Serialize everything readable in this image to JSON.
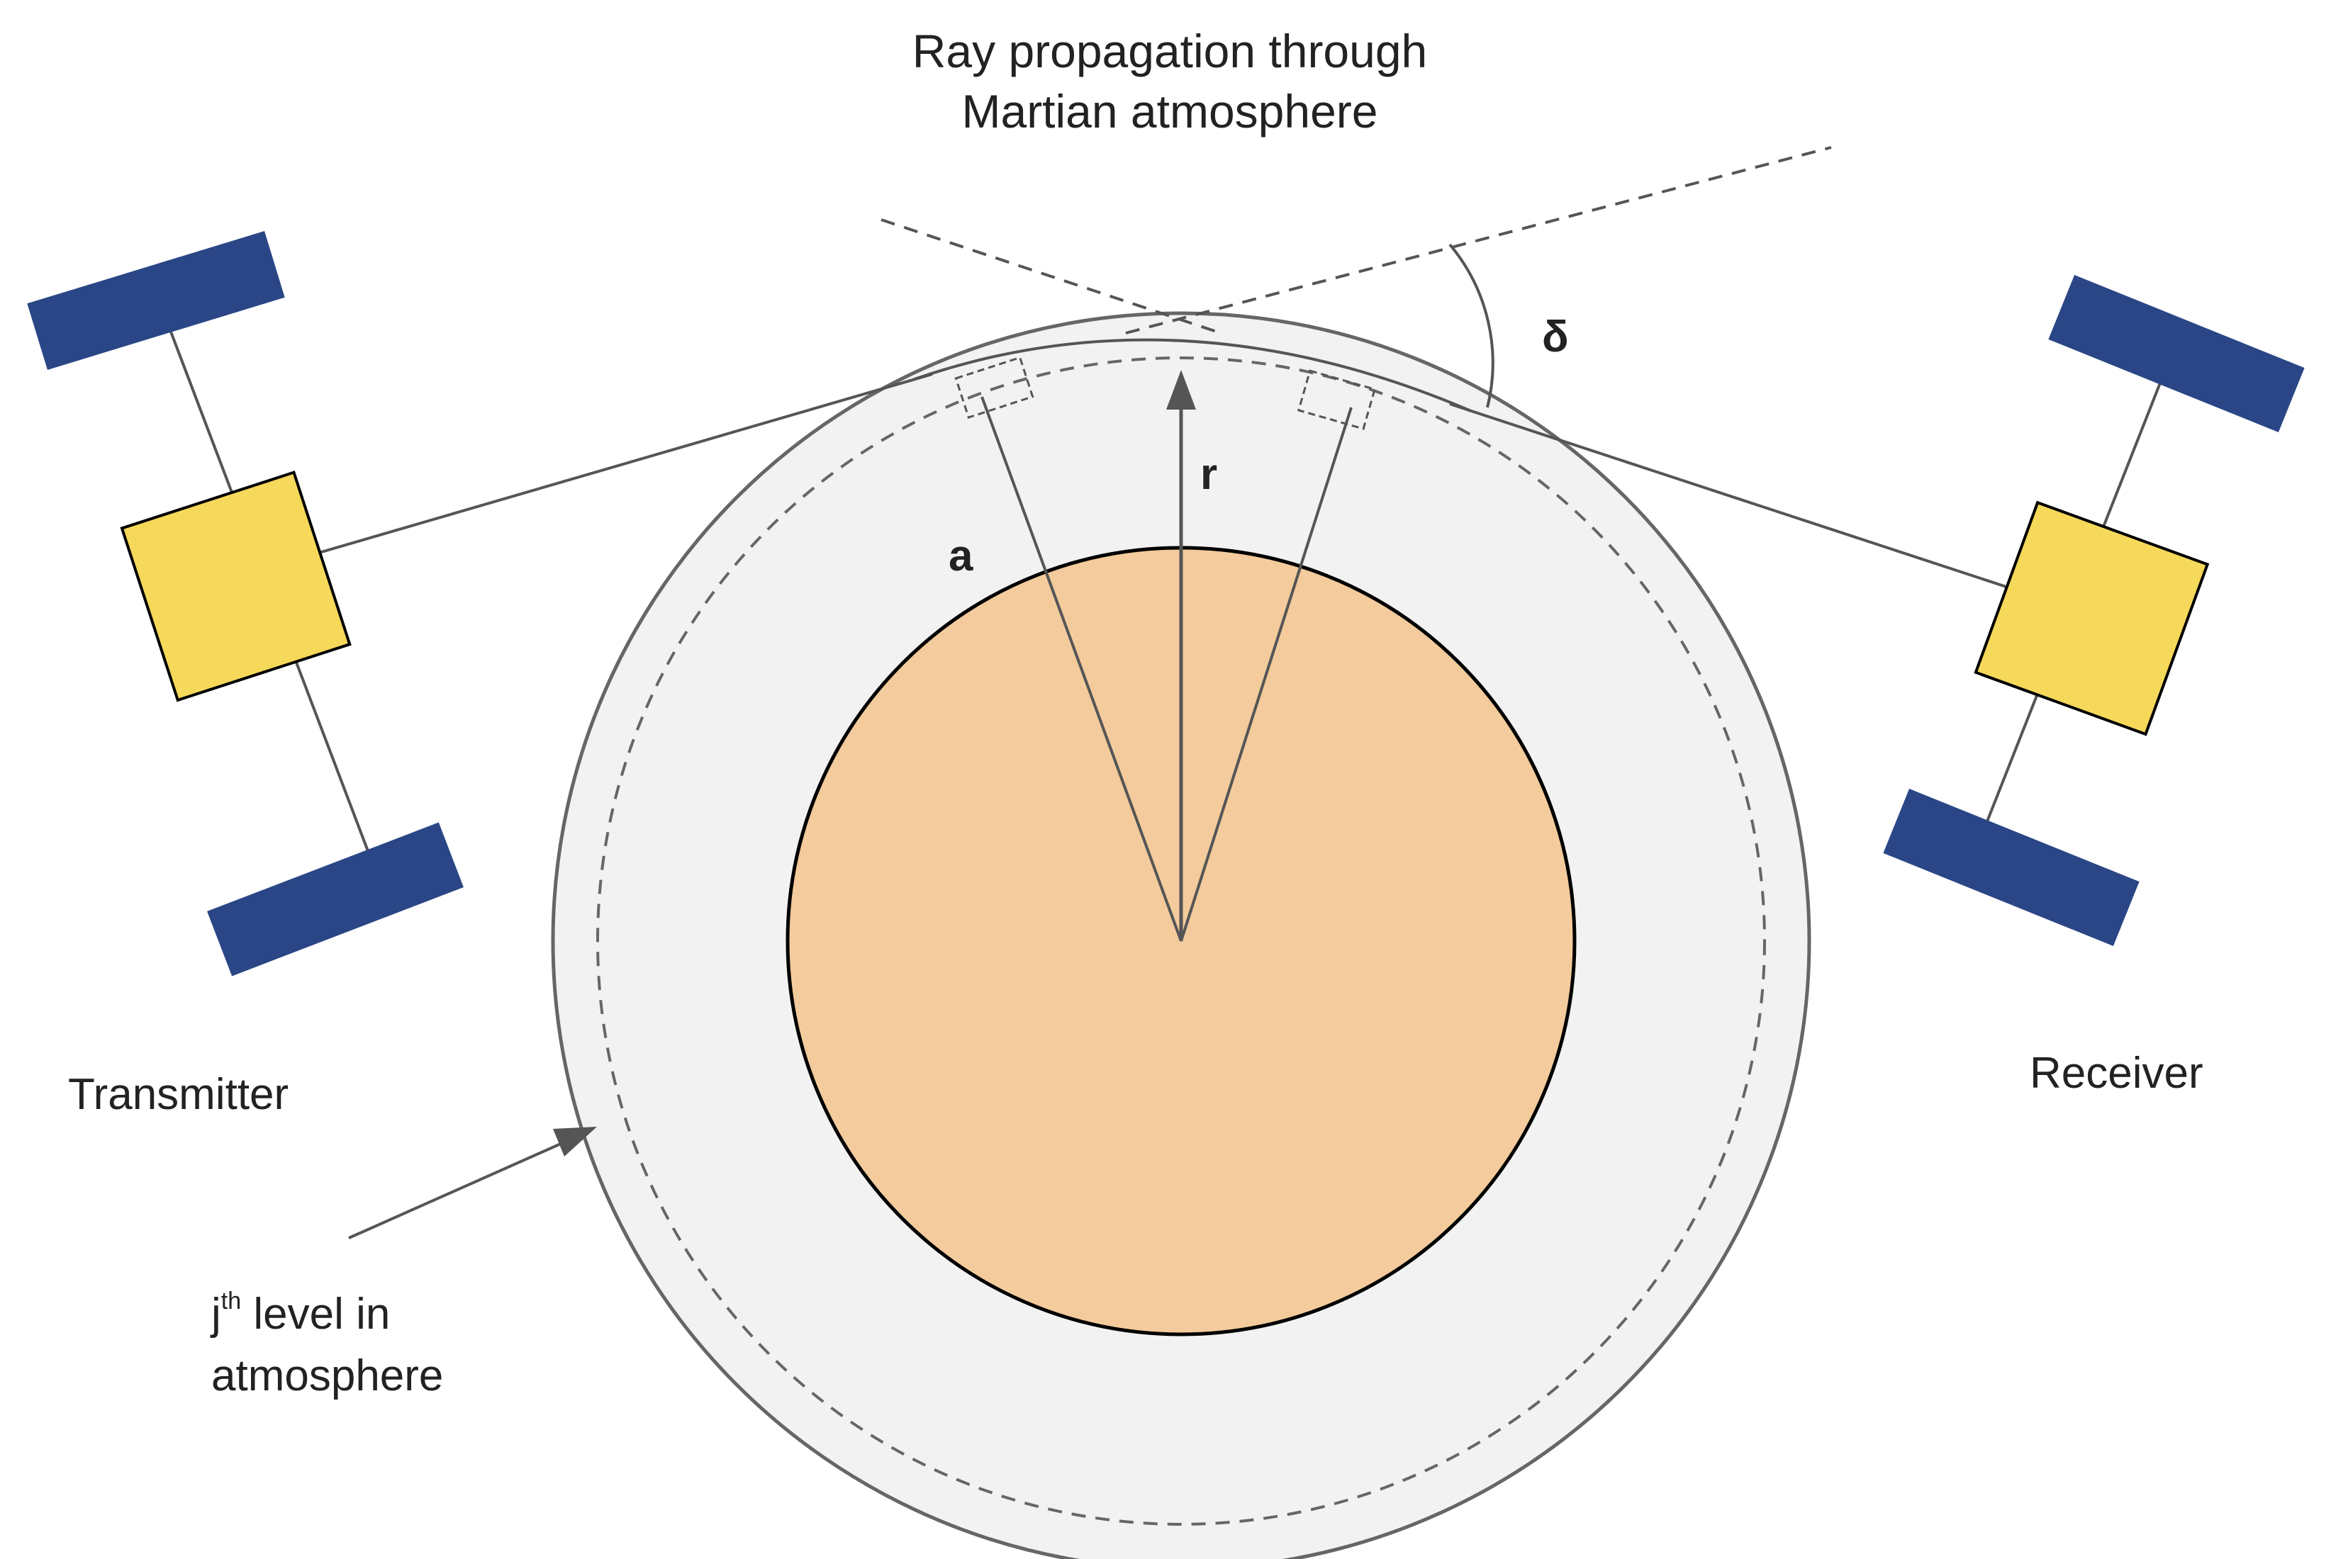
{
  "diagram": {
    "title_line1": "Ray propagation through",
    "title_line2": "Martian atmosphere",
    "transmitter_label": "Transmitter",
    "receiver_label": "Receiver",
    "level_label_j": "j",
    "level_label_sup": "th",
    "level_label_rest": " level in",
    "level_label_line2": "atmosphere",
    "symbol_a": "a",
    "symbol_r": "r",
    "symbol_delta": "δ"
  },
  "colors": {
    "planet_fill": "#f3cb9c",
    "atmosphere_fill": "#f2f2f2",
    "solar_panel": "#2a4686",
    "satellite_body": "#f6d85a",
    "line": "#555555",
    "outline": "#000000"
  }
}
